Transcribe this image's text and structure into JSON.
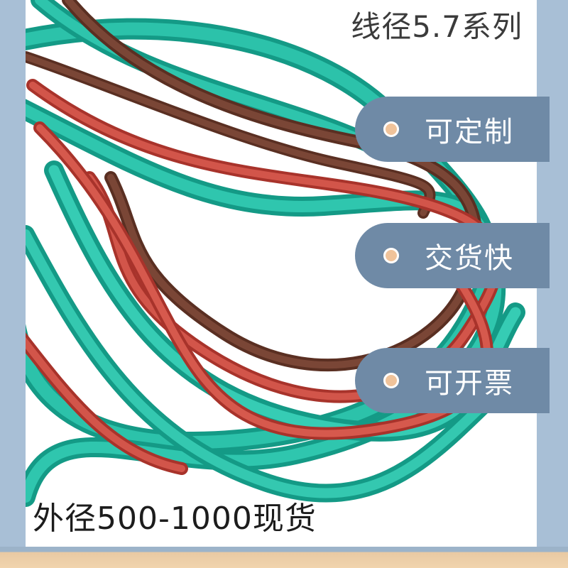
{
  "header": {
    "title": "线径5.7系列"
  },
  "badges": [
    {
      "label": "可定制",
      "icon": "dot-icon"
    },
    {
      "label": "交货快",
      "icon": "dot-icon"
    },
    {
      "label": "可开票",
      "icon": "dot-icon"
    }
  ],
  "footer": {
    "caption": "外径500-1000现货"
  },
  "colors": {
    "frame": "#a8bfd6",
    "badge": "#6f8aa6",
    "dot": "#f0c39a",
    "cable_teal": "#1fae98",
    "cable_red": "#c9443a",
    "cable_brown": "#6a3a2c"
  }
}
